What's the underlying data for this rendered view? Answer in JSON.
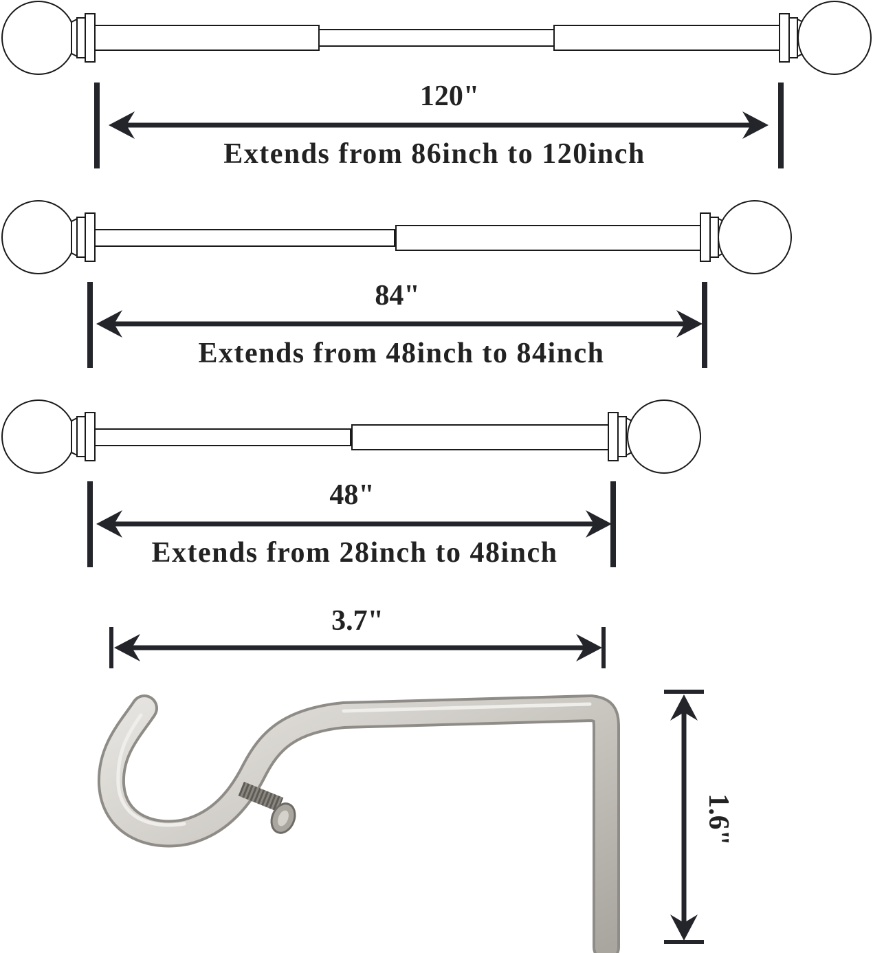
{
  "colors": {
    "outline": "#1a1a1a",
    "dimension": "#23252b",
    "metal_light": "#dedcd8",
    "metal_mid": "#bdbab4",
    "metal_dark": "#8f8c87",
    "screw": "#7d7a74"
  },
  "rods": [
    {
      "length_label": "120\"",
      "range_label": "Extends from 86inch to 120inch"
    },
    {
      "length_label": "84\"",
      "range_label": "Extends from 48inch to 84inch"
    },
    {
      "length_label": "48\"",
      "range_label": "Extends from 28inch to 48inch"
    }
  ],
  "bracket": {
    "width_label": "3.7\"",
    "height_label": "1.6\""
  }
}
